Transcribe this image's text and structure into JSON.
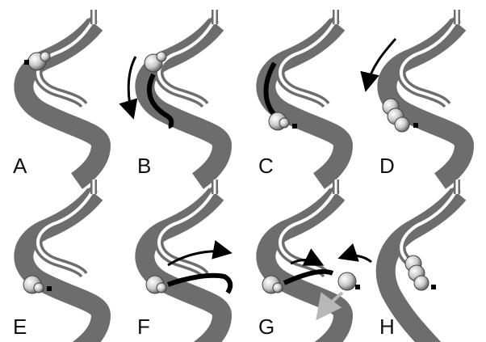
{
  "panels": [
    {
      "id": "A",
      "label": "A"
    },
    {
      "id": "B",
      "label": "B"
    },
    {
      "id": "C",
      "label": "C"
    },
    {
      "id": "D",
      "label": "D"
    },
    {
      "id": "E",
      "label": "E"
    },
    {
      "id": "F",
      "label": "F"
    },
    {
      "id": "G",
      "label": "G"
    },
    {
      "id": "H",
      "label": "H"
    }
  ],
  "colors": {
    "vessel": "#6d6d6d",
    "catheter": "#ffffff",
    "wire": "#000000",
    "ball": "#cfcfcf",
    "secondary_arrow": "#b8b8b8"
  }
}
